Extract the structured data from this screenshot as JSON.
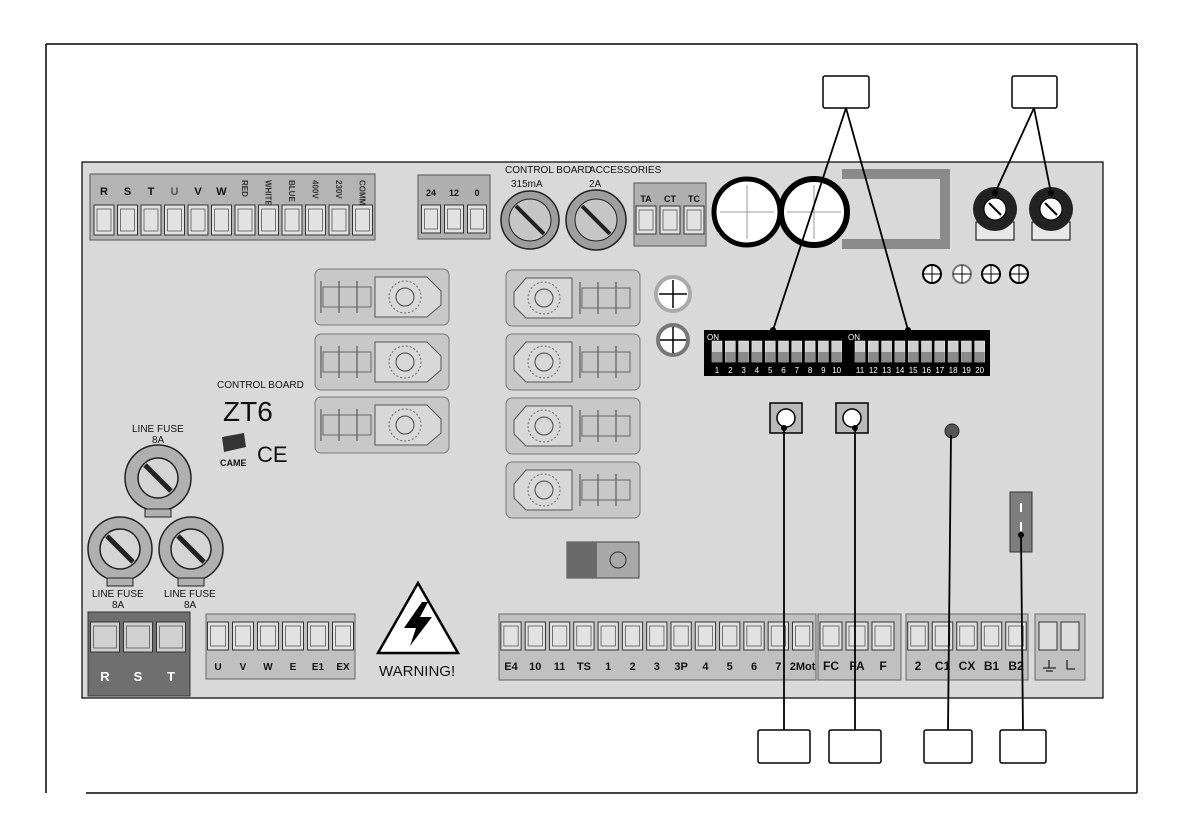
{
  "board": {
    "model": "ZT6",
    "title": "CONTROL BOARD",
    "brand": "CAME",
    "ce_mark": "CE",
    "warning": "WARNING!"
  },
  "motor_terminals": [
    "R",
    "S",
    "T",
    "U",
    "V",
    "W",
    "RED",
    "WHITE",
    "BLUE",
    "400V",
    "230V",
    "COMM"
  ],
  "control_fuse": {
    "title": "CONTROL BOARD",
    "rating": "315mA"
  },
  "accessories_fuse": {
    "title": "ACCESSORIES",
    "rating": "2A"
  },
  "supply_out_terminals": [
    "24",
    "12",
    "0"
  ],
  "thermal_terminals": [
    "TA",
    "CT",
    "TC"
  ],
  "line_fuses": [
    {
      "label": "LINE FUSE",
      "rating": "8A"
    },
    {
      "label": "LINE FUSE",
      "rating": "8A"
    },
    {
      "label": "LINE FUSE",
      "rating": "8A"
    }
  ],
  "power_in_terminals": [
    "R",
    "S",
    "T"
  ],
  "motor_out_terminals": [
    "U",
    "V",
    "W",
    "E",
    "E1",
    "EX"
  ],
  "command_terminals": [
    "E4",
    "10",
    "11",
    "TS",
    "1",
    "2",
    "3",
    "3P",
    "4",
    "5",
    "6",
    "7",
    "2Mot"
  ],
  "limit_terminals": [
    "FC",
    "FA",
    "F"
  ],
  "encoder_terminals": [
    "2",
    "C1",
    "CX",
    "B1",
    "B2"
  ],
  "dip_switch_1": {
    "on_label": "ON",
    "numbers": [
      "1",
      "2",
      "3",
      "4",
      "5",
      "6",
      "7",
      "8",
      "9",
      "10"
    ]
  },
  "dip_switch_2": {
    "on_label": "ON",
    "numbers": [
      "11",
      "12",
      "13",
      "14",
      "15",
      "16",
      "17",
      "18",
      "19",
      "20"
    ]
  },
  "colors": {
    "board": "#d9d9d9",
    "terminal": "#a9a9a9",
    "dark_terminal": "#7d7d7d",
    "line": "#000000"
  }
}
